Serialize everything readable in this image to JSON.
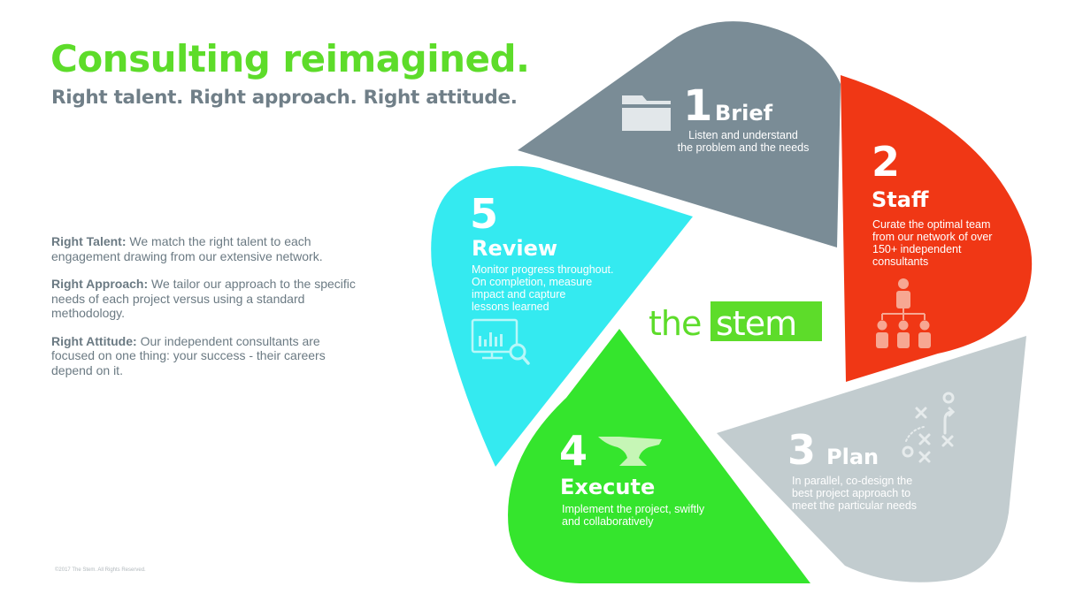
{
  "header": {
    "title": "Consulting reimagined.",
    "subtitle": "Right talent. Right approach. Right attitude."
  },
  "pillars": [
    {
      "label": "Right Talent:",
      "text": " We match the right talent to each engagement drawing from our extensive network."
    },
    {
      "label": "Right Approach:",
      "text": " We tailor our approach to the specific needs of each project versus using a standard methodology."
    },
    {
      "label": "Right Attitude:",
      "text": " Our independent consultants are focused on one thing: your success - their careers depend on it."
    }
  ],
  "steps": [
    {
      "number": "1",
      "title": "Brief",
      "icon": "folder-icon",
      "color": "#7a8c96",
      "desc": [
        "Listen and understand",
        "the problem and the needs"
      ]
    },
    {
      "number": "2",
      "title": "Staff",
      "icon": "team-hierarchy-icon",
      "color": "#f03715",
      "desc": [
        "Curate the optimal team",
        "from our network of over",
        "150+ independent",
        "consultants"
      ]
    },
    {
      "number": "3",
      "title": "Plan",
      "icon": "playbook-icon",
      "color": "#c2cccf",
      "desc": [
        "In parallel, co-design the",
        "best project approach to",
        "meet the particular needs"
      ]
    },
    {
      "number": "4",
      "title": "Execute",
      "icon": "anvil-icon",
      "color": "#35e52d",
      "desc": [
        "Implement the project, swiftly",
        "and collaboratively"
      ]
    },
    {
      "number": "5",
      "title": "Review",
      "icon": "monitor-analytics-icon",
      "color": "#34eaf0",
      "desc": [
        "Monitor progress throughout.",
        "On completion, measure",
        "impact and capture",
        "lessons learned"
      ]
    }
  ],
  "logo": {
    "prefix": "the",
    "name": "stem",
    "color": "#5ddc2a"
  },
  "footer": {
    "copyright": "©2017 The Stem. All Rights Reserved."
  }
}
